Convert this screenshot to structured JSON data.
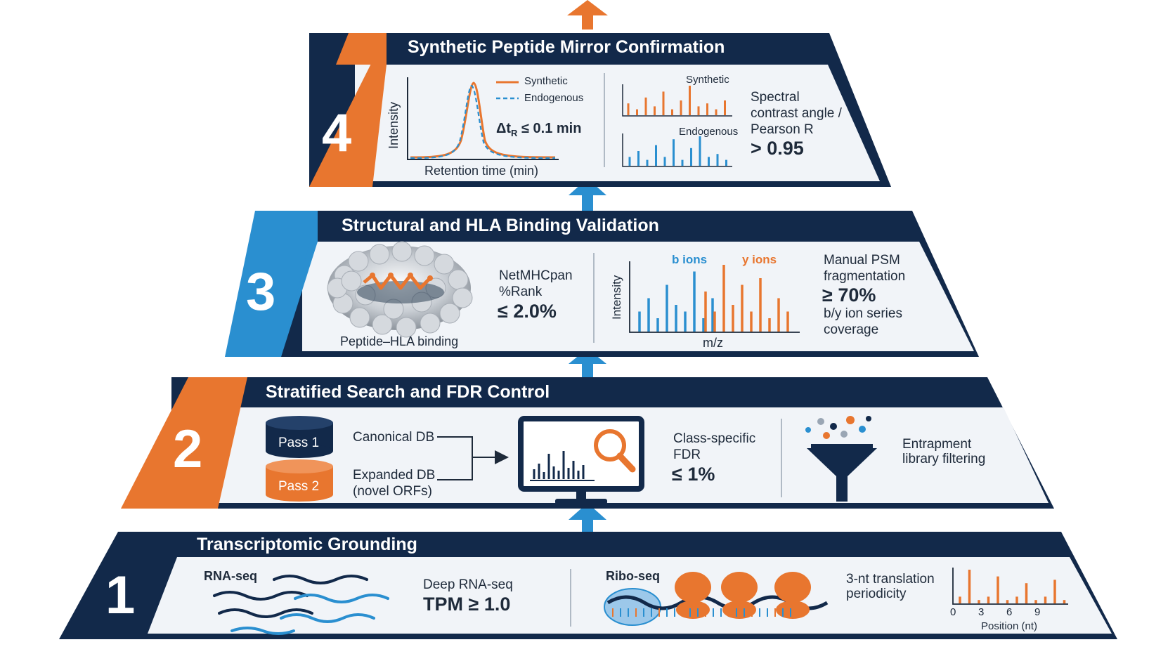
{
  "colors": {
    "navy": "#12294a",
    "orange": "#e8762f",
    "blue": "#2a8fd0",
    "panel": "#f1f4f8"
  },
  "tiers": [
    {
      "number": "1",
      "title": "Transcriptomic Grounding",
      "rna_label": "RNA-seq",
      "deep_label": "Deep RNA-seq",
      "tpm": "TPM ≥ 1.0",
      "ribo_label": "Ribo-seq",
      "periodicity": "3-nt translation periodicity",
      "axis_ticks": [
        "0",
        "3",
        "6",
        "9"
      ],
      "axis_label": "Position (nt)",
      "periodicity_bars": [
        2,
        10,
        1,
        2,
        8,
        1,
        2,
        6,
        1,
        2,
        7,
        1
      ]
    },
    {
      "number": "2",
      "title": "Stratified Search and FDR Control",
      "pass1": "Pass 1",
      "pass2": "Pass 2",
      "canonical": "Canonical DB",
      "expanded_line1": "Expanded DB",
      "expanded_line2": "(novel ORFs)",
      "fdr_line1": "Class-specific",
      "fdr_line2": "FDR",
      "fdr_value": "≤ 1%",
      "entrapment": "Entrapment library filtering"
    },
    {
      "number": "3",
      "title": "Structural and HLA Binding Validation",
      "binding_caption": "Peptide–HLA binding",
      "netmhc_line1": "NetMHCpan",
      "netmhc_line2": "%Rank",
      "netmhc_value": "≤ 2.0%",
      "b_ions": "b ions",
      "y_ions": "y ions",
      "y_axis": "Intensity",
      "x_axis": "m/z",
      "psm_line1": "Manual PSM",
      "psm_line2": "fragmentation",
      "psm_value": "≥ 70%",
      "psm_line3": "b/y ion series",
      "psm_line4": "coverage",
      "b_peaks": [
        3,
        5,
        2,
        7,
        4,
        3,
        9,
        2,
        5
      ],
      "y_peaks": [
        6,
        3,
        10,
        4,
        7,
        3,
        8,
        2,
        5,
        3
      ]
    },
    {
      "number": "4",
      "title": "Synthetic Peptide Mirror Confirmation",
      "legend_synthetic": "Synthetic",
      "legend_endogenous": "Endogenous",
      "y_axis": "Intensity",
      "x_axis": "Retention time (min)",
      "delta_prefix": "Δt",
      "delta_sub": "R",
      "delta_value": " ≤ 0.1 min",
      "mirror_synthetic": "Synthetic",
      "mirror_endogenous": "Endogenous",
      "spectral_line1": "Spectral",
      "spectral_line2": "contrast angle /",
      "spectral_line3": "Pearson R",
      "spectral_value": "> 0.95",
      "synthetic_peaks": [
        4,
        2,
        6,
        3,
        8,
        2,
        5,
        10,
        3,
        4,
        2,
        5
      ],
      "endogenous_peaks": [
        3,
        5,
        2,
        7,
        3,
        9,
        2,
        6,
        10,
        3,
        4,
        2
      ]
    }
  ]
}
